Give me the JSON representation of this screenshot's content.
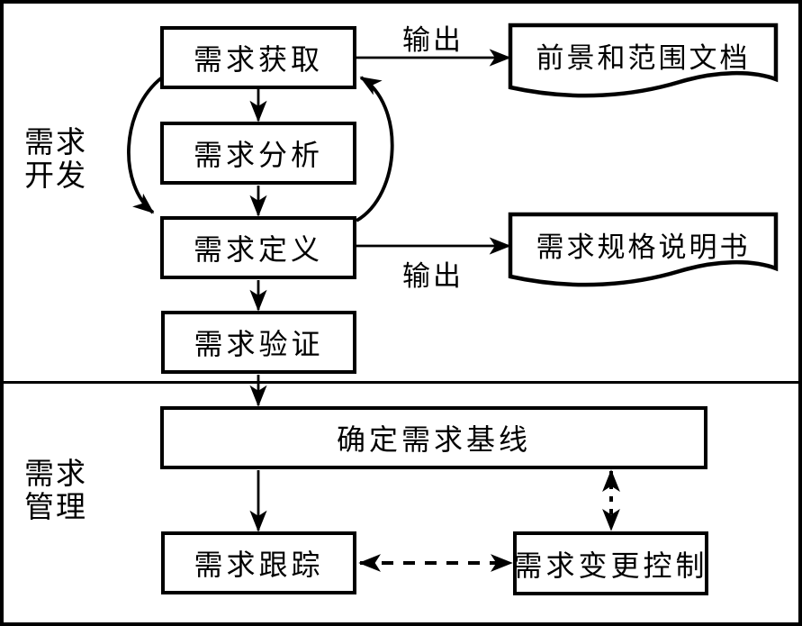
{
  "sections": {
    "development": {
      "label_lines": [
        "需求",
        "开发"
      ]
    },
    "management": {
      "label_lines": [
        "需求",
        "管理"
      ]
    }
  },
  "boxes": {
    "elicitation": {
      "label": "需求获取"
    },
    "analysis": {
      "label": "需求分析"
    },
    "definition": {
      "label": "需求定义"
    },
    "validation": {
      "label": "需求验证"
    },
    "baseline": {
      "label": "确定需求基线"
    },
    "tracing": {
      "label": "需求跟踪"
    },
    "change_control": {
      "label": "需求变更控制"
    }
  },
  "documents": {
    "vision_scope": {
      "label": "前景和范围文档"
    },
    "srs": {
      "label": "需求规格说明书"
    }
  },
  "edge_labels": {
    "output_top": "输出",
    "output_bottom": "输出"
  },
  "connections": [
    {
      "from": "elicitation",
      "to": "analysis",
      "style": "solid-arrow"
    },
    {
      "from": "analysis",
      "to": "definition",
      "style": "solid-arrow"
    },
    {
      "from": "definition",
      "to": "validation",
      "style": "solid-arrow"
    },
    {
      "from": "validation",
      "to": "baseline",
      "style": "solid-arrow"
    },
    {
      "from": "baseline",
      "to": "tracing",
      "style": "solid-arrow"
    },
    {
      "from": "elicitation",
      "to": "definition",
      "style": "curved-arrow-left"
    },
    {
      "from": "definition",
      "to": "elicitation",
      "style": "curved-arrow-right"
    },
    {
      "from": "elicitation",
      "to": "vision_scope",
      "style": "solid-arrow",
      "label": "输出"
    },
    {
      "from": "definition",
      "to": "srs",
      "style": "solid-arrow",
      "label": "输出"
    },
    {
      "from": "tracing",
      "to": "change_control",
      "style": "dashed-double-arrow"
    },
    {
      "from": "baseline",
      "to": "change_control",
      "style": "dashed-double-arrow"
    }
  ],
  "colors": {
    "line": "#000000",
    "background": "#ffffff"
  }
}
